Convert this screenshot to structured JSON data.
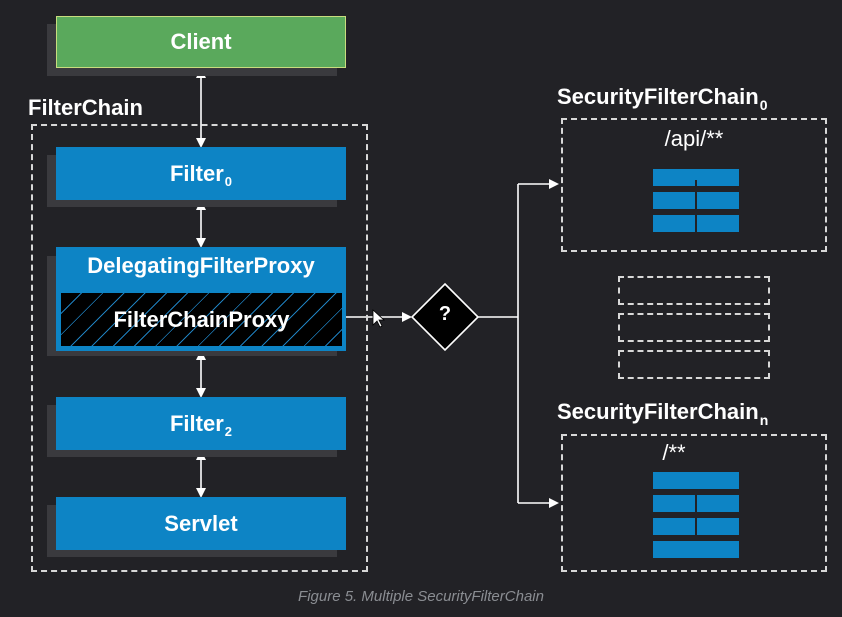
{
  "client": {
    "label": "Client"
  },
  "filterchain": {
    "title": "FilterChain",
    "filter0": {
      "label": "Filter",
      "sub": "0"
    },
    "delegating": {
      "label": "DelegatingFilterProxy"
    },
    "filterchainproxy": {
      "label": "FilterChainProxy"
    },
    "filter2": {
      "label": "Filter",
      "sub": "2"
    },
    "servlet": {
      "label": "Servlet"
    }
  },
  "decision": {
    "label": "?"
  },
  "chains": [
    {
      "title": "SecurityFilterChain",
      "sub": "0",
      "pattern": "/api/**"
    },
    {
      "title": "SecurityFilterChain",
      "sub": "n",
      "pattern": "/**"
    }
  ],
  "caption": "Figure 5. Multiple SecurityFilterChain",
  "colors": {
    "background": "#222226",
    "client_green": "#5aa95c",
    "filter_blue": "#0d84c5",
    "dashed_border": "#d8d8d8"
  }
}
